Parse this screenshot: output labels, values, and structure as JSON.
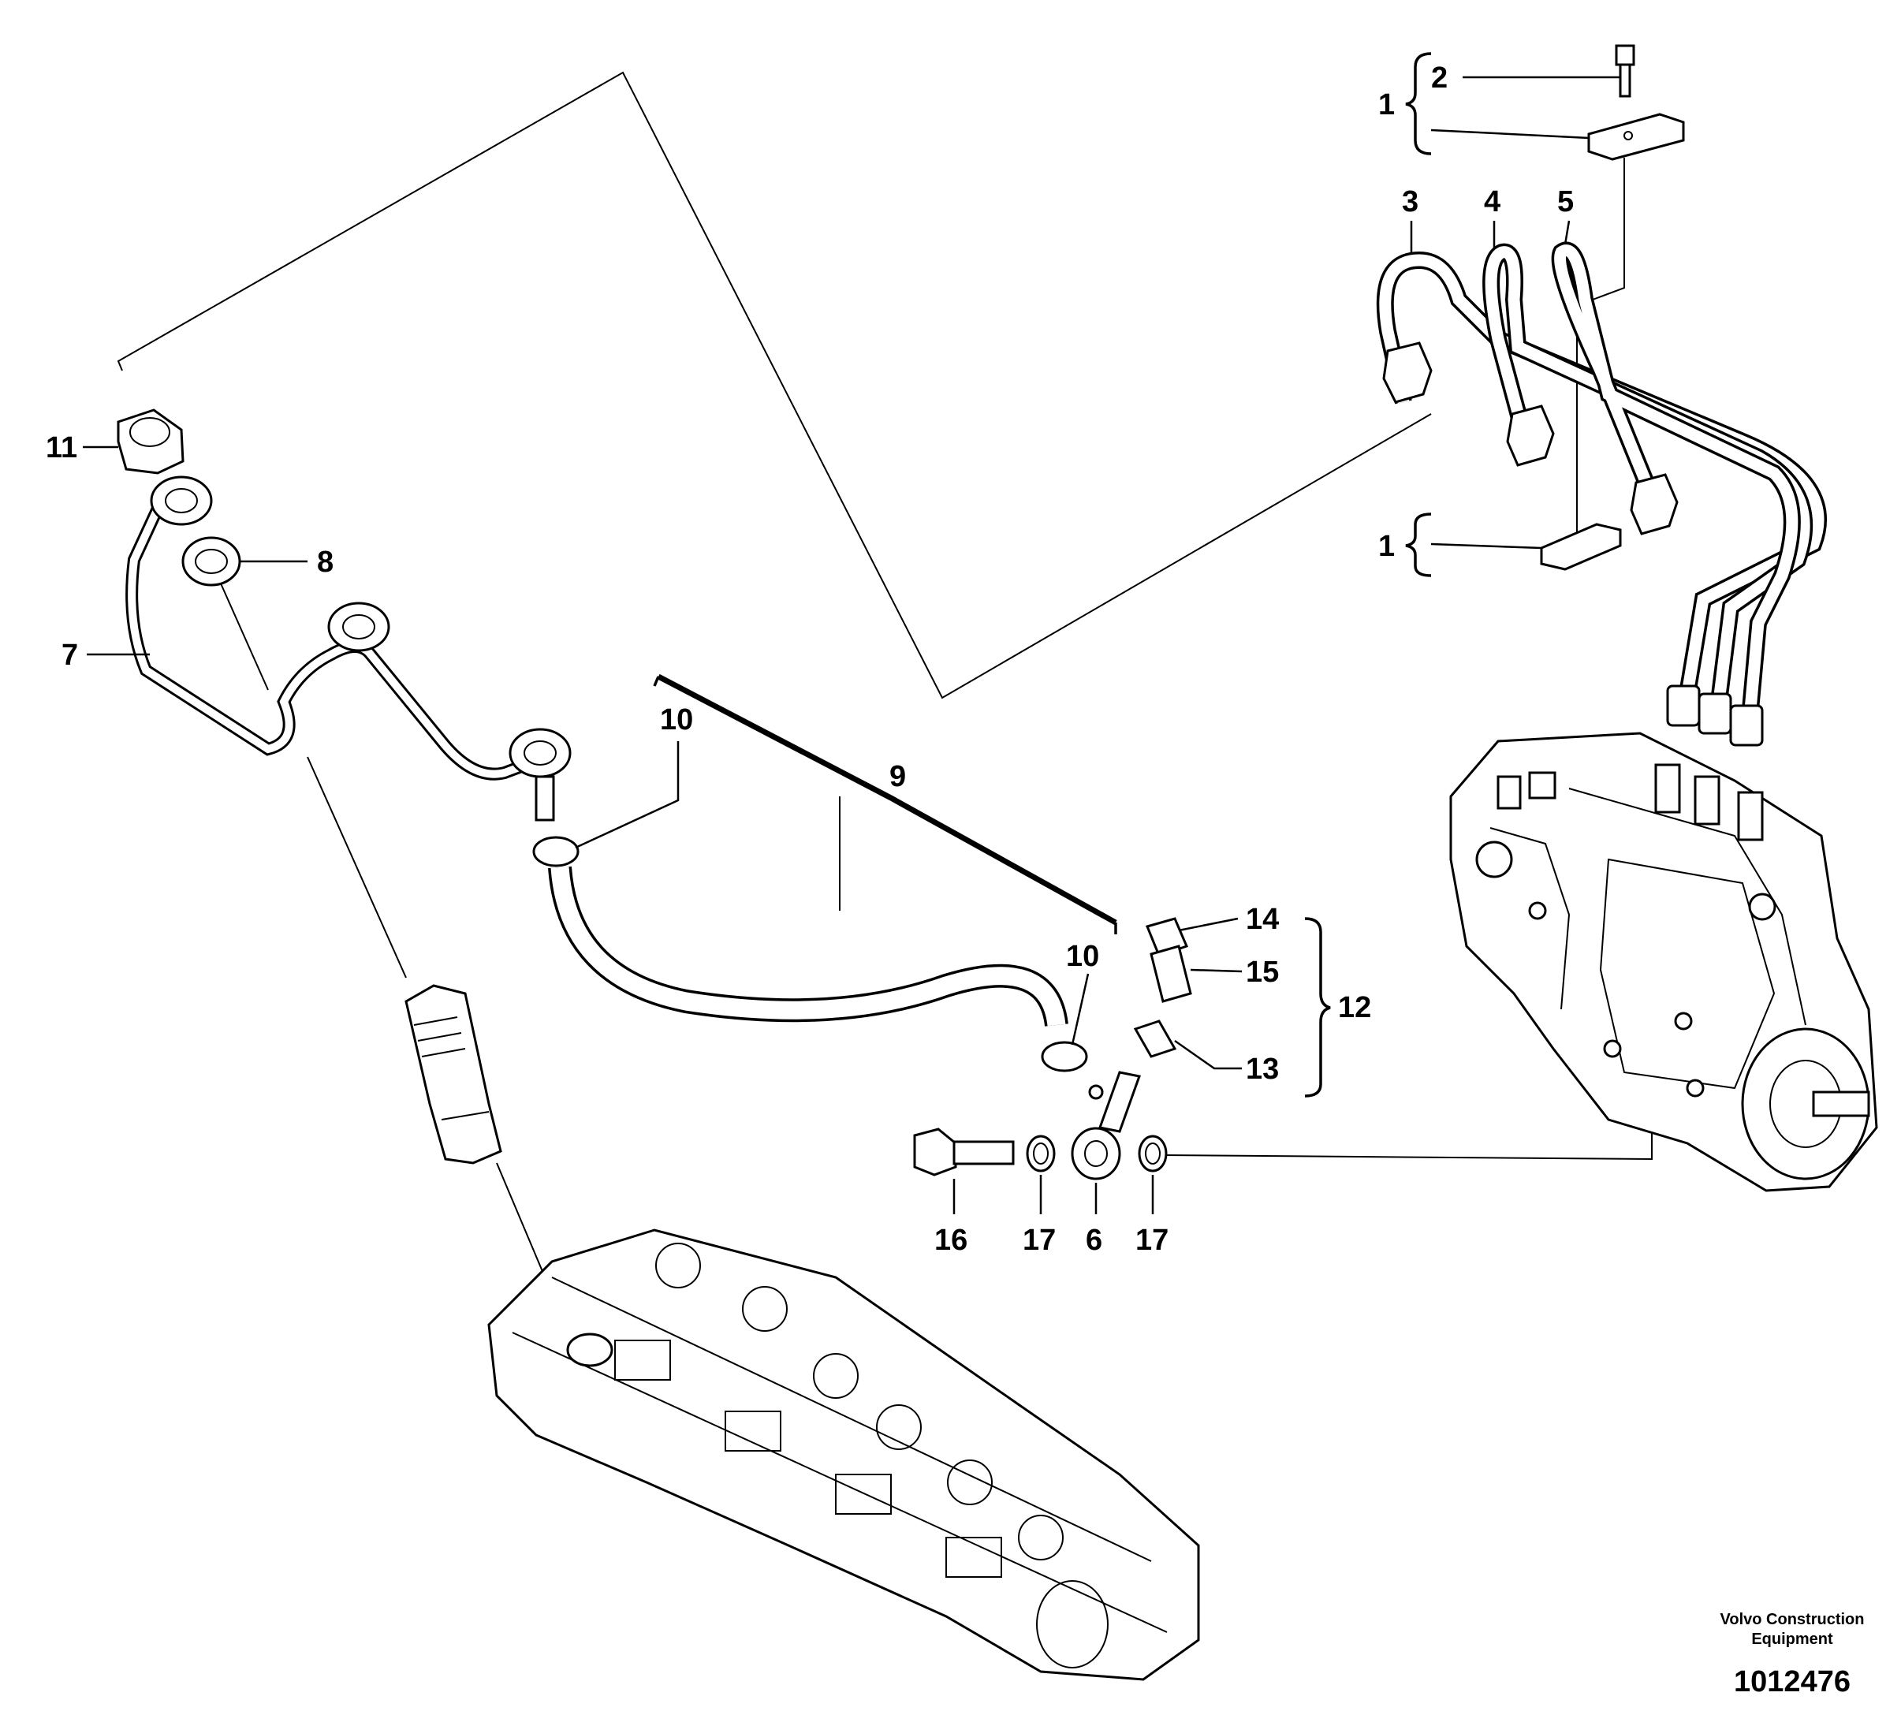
{
  "labels": {
    "l1_top": "1",
    "l1_bottom": "1",
    "l2": "2",
    "l3": "3",
    "l4": "4",
    "l5": "5",
    "l6": "6",
    "l7": "7",
    "l8": "8",
    "l9": "9",
    "l10_left": "10",
    "l10_right": "10",
    "l11": "11",
    "l12": "12",
    "l13": "13",
    "l14": "14",
    "l15": "15",
    "l16": "16",
    "l17_left": "17",
    "l17_right": "17"
  },
  "footer": {
    "company_line1": "Volvo Construction",
    "company_line2": "Equipment",
    "drawing_number": "1012476"
  }
}
